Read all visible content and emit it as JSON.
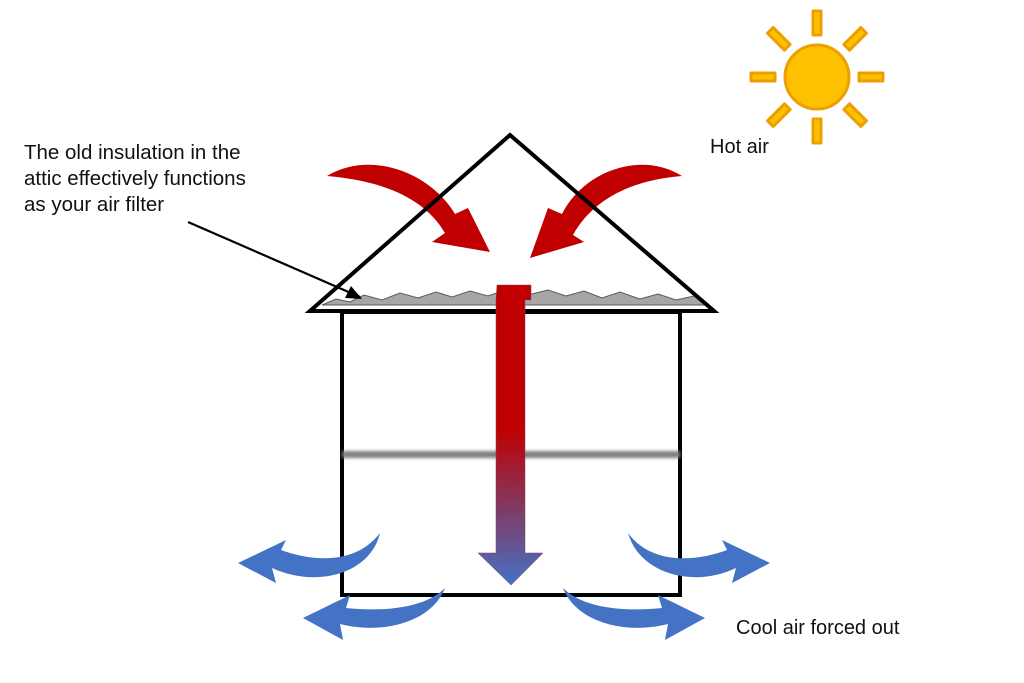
{
  "annotation": {
    "lines": [
      "The old insulation in the",
      "attic effectively functions",
      "as your air filter"
    ]
  },
  "labels": {
    "hot_air": "Hot air",
    "cool_air": "Cool air forced out"
  },
  "colors": {
    "hot_air": "#c00000",
    "cool_air": "#4472c4",
    "house_outline": "#000000",
    "sun_fill": "#ffc000",
    "sun_stroke": "#ec9f00",
    "insulation": "#a6a6a6",
    "floor": "#7f7f7f"
  }
}
